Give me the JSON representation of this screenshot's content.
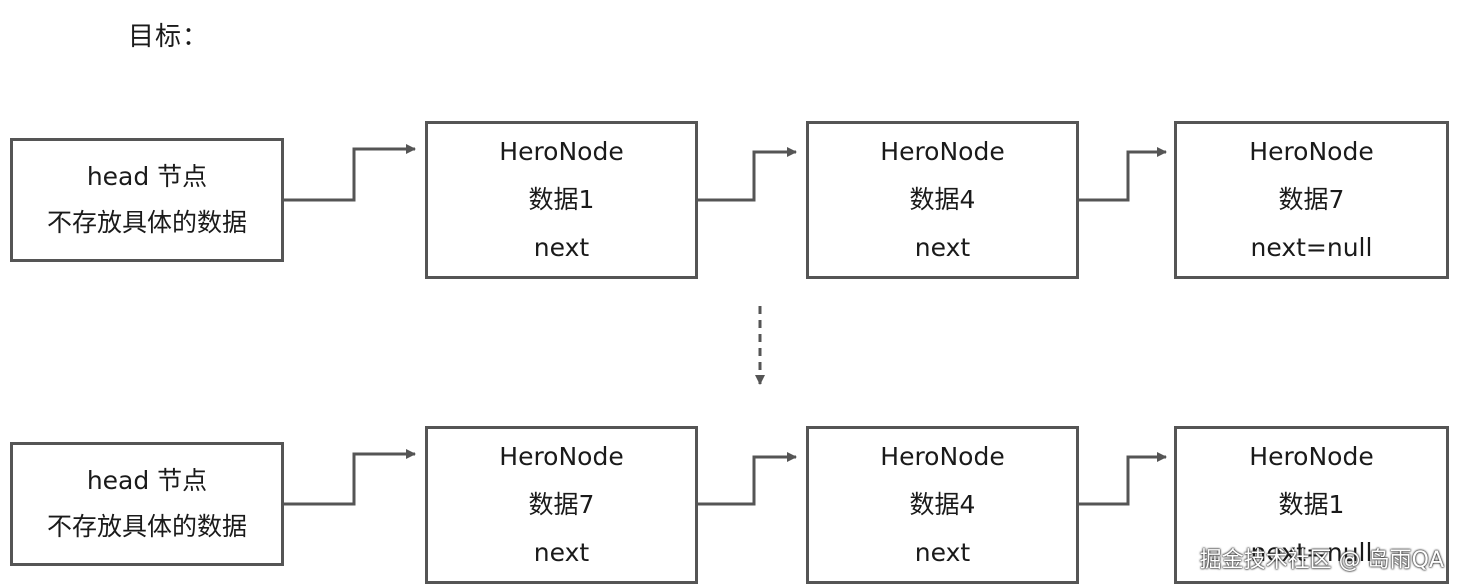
{
  "title": "目标：",
  "rows": [
    {
      "head": {
        "line1": "head 节点",
        "line2": "不存放具体的数据"
      },
      "nodes": [
        {
          "type": "HeroNode",
          "data": "数据1",
          "next": "next"
        },
        {
          "type": "HeroNode",
          "data": "数据4",
          "next": "next"
        },
        {
          "type": "HeroNode",
          "data": "数据7",
          "next": "next=null"
        }
      ]
    },
    {
      "head": {
        "line1": "head 节点",
        "line2": "不存放具体的数据"
      },
      "nodes": [
        {
          "type": "HeroNode",
          "data": "数据7",
          "next": "next"
        },
        {
          "type": "HeroNode",
          "data": "数据4",
          "next": "next"
        },
        {
          "type": "HeroNode",
          "data": "数据1",
          "next": "next=null"
        }
      ]
    }
  ],
  "watermark": "掘金技术社区 @ 岛雨QA",
  "colors": {
    "stroke": "#555555",
    "text": "#1a1a1a"
  }
}
